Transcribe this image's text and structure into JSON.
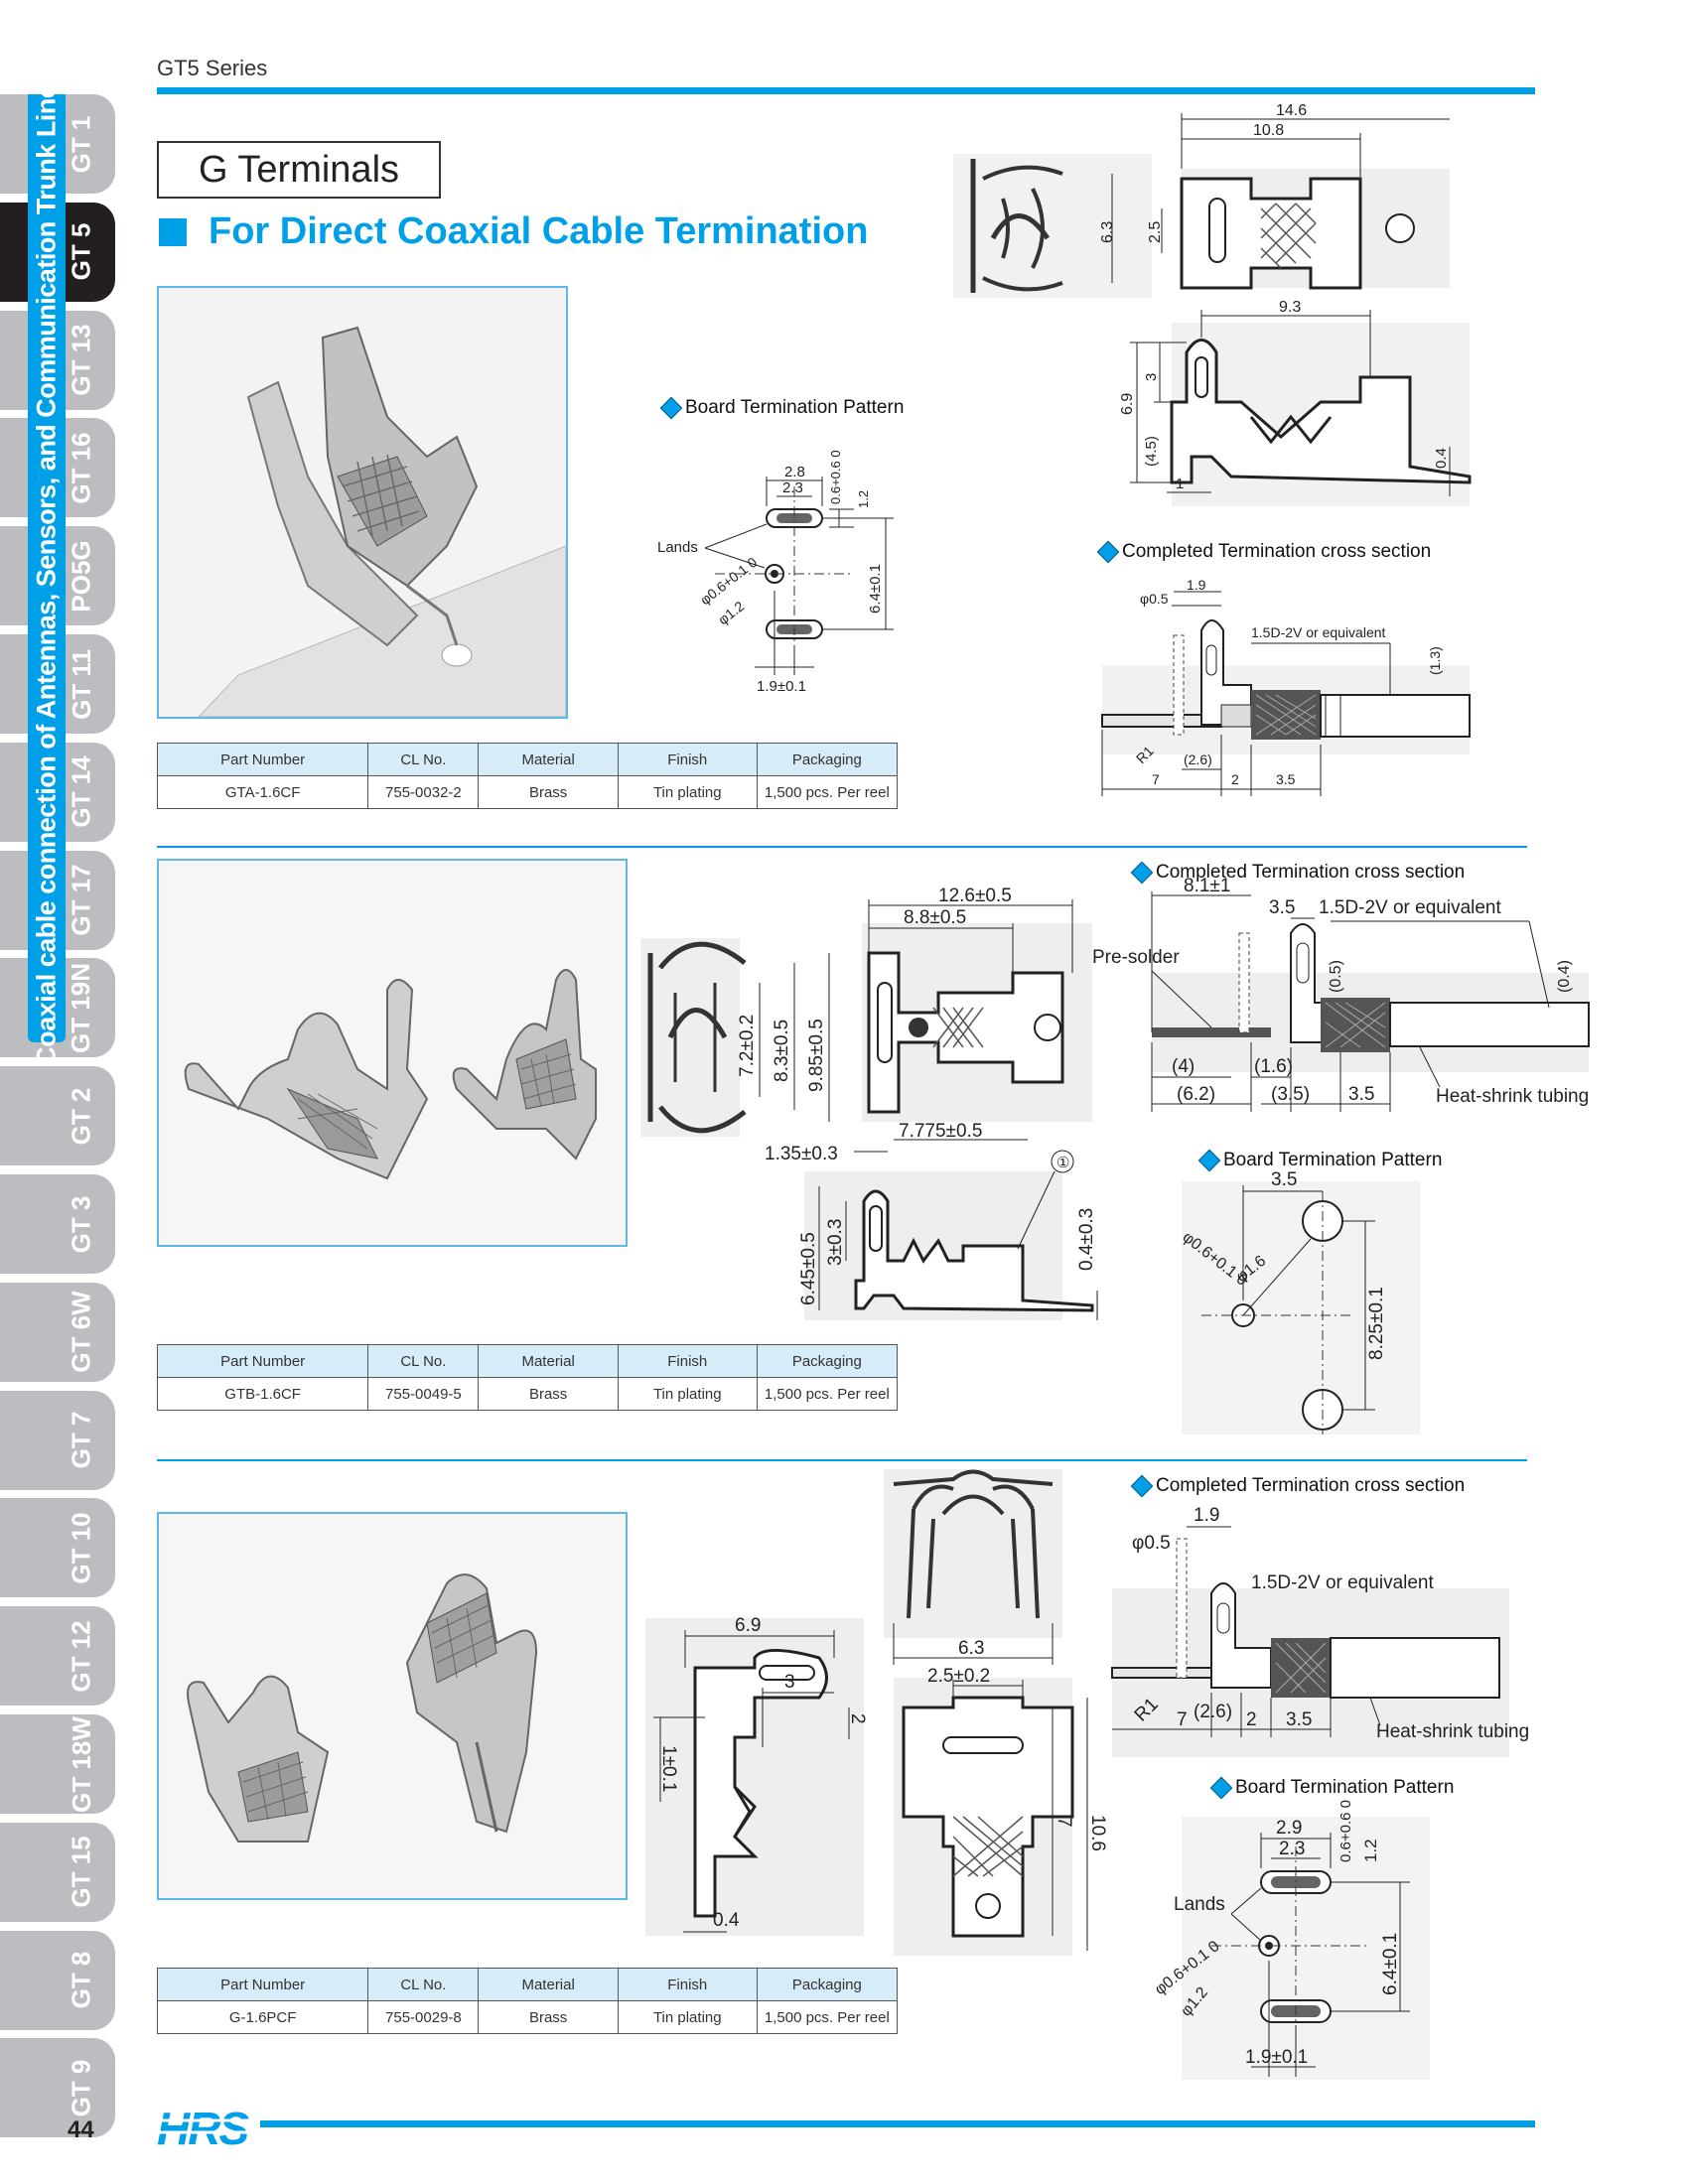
{
  "header": {
    "series": "GT5 Series",
    "title": "G Terminals",
    "subtitle": "For Direct Coaxial Cable Termination"
  },
  "side_tabs": [
    "GT 1",
    "GT 5",
    "GT 13",
    "GT 16",
    "PO5G",
    "GT 11",
    "GT 14",
    "GT 17",
    "GT 19N",
    "GT 2",
    "GT 3",
    "GT 6W",
    "GT 7",
    "GT 10",
    "GT 12",
    "GT 18W",
    "GT 15",
    "GT 8",
    "GT 9"
  ],
  "active_tab": "GT 5",
  "category_label": "Coaxial cable connection of Antennas, Sensors, and Communication Trunk Lines",
  "table_headers": [
    "Part Number",
    "CL No.",
    "Material",
    "Finish",
    "Packaging"
  ],
  "products": [
    {
      "row": [
        "GTA-1.6CF",
        "755-0032-2",
        "Brass",
        "Tin plating",
        "1,500 pcs. Per reel"
      ],
      "labels": {
        "board": "Board Termination Pattern",
        "cross": "Completed Termination cross section"
      },
      "dims_top": [
        "14.6",
        "10.8",
        "6.3",
        "2.5"
      ],
      "dims_side": [
        "9.3",
        "6.9",
        "3",
        "(4.5)",
        "1",
        "0.4"
      ],
      "board": {
        "w1": "2.8",
        "w2": "2.3",
        "h1": "0.6+0.6 0",
        "h2": "1.2",
        "lands": "Lands",
        "hole1": "φ0.6+0.1 0",
        "hole2": "φ1.2",
        "v": "6.4±0.1",
        "h": "1.9±0.1"
      },
      "cross": {
        "d1": "φ0.5",
        "d2": "1.9",
        "cable": "1.5D-2V or equivalent",
        "h": "(1.3)",
        "r": "R1",
        "a": "(2.6)",
        "b": "7",
        "c": "2",
        "d": "3.5"
      }
    },
    {
      "row": [
        "GTB-1.6CF",
        "755-0049-5",
        "Brass",
        "Tin plating",
        "1,500 pcs. Per reel"
      ],
      "labels": {
        "board": "Board Termination Pattern",
        "cross": "Completed Termination cross section"
      },
      "dims_top": [
        "12.6±0.5",
        "8.8±0.5",
        "7.2±0.2",
        "8.3±0.5",
        "9.85±0.5"
      ],
      "dims_side": [
        "1.35±0.3",
        "7.775±0.5",
        "①",
        "6.45±0.5",
        "3±0.3",
        "0.4±0.3"
      ],
      "cross": {
        "a": "8.1±1",
        "b": "3.5",
        "cable": "1.5D-2V or equivalent",
        "presolder": "Pre-solder",
        "h1": "(0.5)",
        "h2": "(0.4)",
        "d1": "(4)",
        "d2": "(1.6)",
        "d3": "(6.2)",
        "d4": "(3.5)",
        "d5": "3.5",
        "tube": "Heat-shrink tubing"
      },
      "board": {
        "w": "3.5",
        "hole1": "φ0.6+0.1 0",
        "hole2": "φ1.6",
        "v": "8.25±0.1"
      }
    },
    {
      "row": [
        "G-1.6PCF",
        "755-0029-8",
        "Brass",
        "Tin plating",
        "1,500 pcs. Per reel"
      ],
      "labels": {
        "board": "Board Termination Pattern",
        "cross": "Completed Termination cross section"
      },
      "dims_front": [
        "6.3"
      ],
      "dims_side": [
        "6.9",
        "3",
        "2",
        "1±0.1",
        "0.4"
      ],
      "dims_top": [
        "2.5±0.2",
        "7",
        "10.6"
      ],
      "cross": {
        "d1": "φ0.5",
        "d2": "1.9",
        "cable": "1.5D-2V or equivalent",
        "r": "R1",
        "a": "7",
        "b": "(2.6)",
        "c": "2",
        "d": "3.5",
        "tube": "Heat-shrink tubing"
      },
      "board": {
        "w1": "2.9",
        "w2": "2.3",
        "h1": "0.6+0.6 0",
        "h2": "1.2",
        "lands": "Lands",
        "hole1": "φ0.6+0.1 0",
        "hole2": "φ1.2",
        "v": "6.4±0.1",
        "h": "1.9±0.1"
      }
    }
  ],
  "footer": {
    "page_number": "44",
    "logo": "HRS"
  },
  "colors": {
    "accent": "#00a0e9",
    "tab_gray": "#bcbdc0",
    "tab_active": "#231f20",
    "table_head": "#d6ecf8"
  }
}
